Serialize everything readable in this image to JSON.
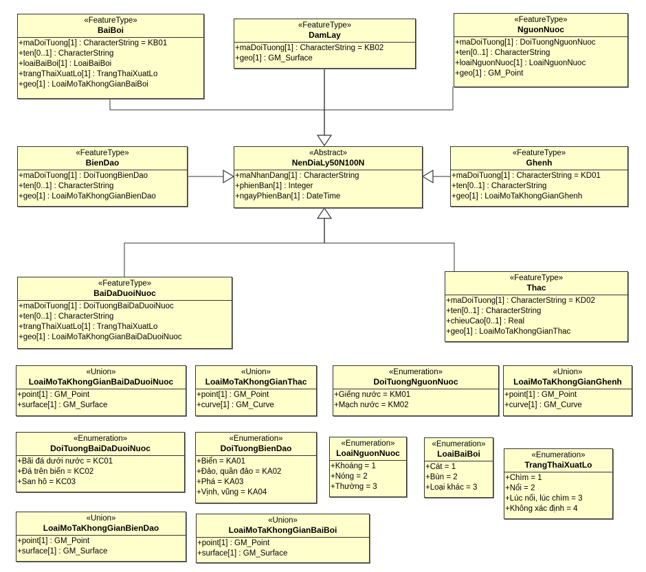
{
  "diagram": {
    "classes": {
      "baiboi": {
        "stereotype": "«FeatureType»",
        "name": "BaiBoi",
        "attributes": [
          "+maDoiTuong[1] : CharacterString = KB01",
          "+ten[0..1] : CharacterString",
          "+loaiBaiBoi[1] : LoaiBaiBoi",
          "+trangThaiXuatLo[1] : TrangThaiXuatLo",
          "+geo[1] : LoaiMoTaKhongGianBaiBoi"
        ]
      },
      "damlay": {
        "stereotype": "«FeatureType»",
        "name": "DamLay",
        "attributes": [
          "+maDoiTuong[1] : CharacterString = KB02",
          "+geo[1] : GM_Surface"
        ]
      },
      "nguonnuoc": {
        "stereotype": "«FeatureType»",
        "name": "NguonNuoc",
        "attributes": [
          "+maDoiTuong[1] : DoiTuongNguonNuoc",
          "+ten[0..1] : CharacterString",
          "+loaiNguonNuoc[1] : LoaiNguonNuoc",
          "+geo[1] : GM_Point"
        ]
      },
      "biendao": {
        "stereotype": "«FeatureType»",
        "name": "BienDao",
        "attributes": [
          "+maDoiTuong[1] : DoiTuongBienDao",
          "+ten[0..1] : CharacterString",
          "+geo[1] : LoaiMoTaKhongGianBienDao"
        ]
      },
      "nendialy": {
        "stereotype": "«Abstract»",
        "name": "NenDiaLy50N100N",
        "attributes": [
          "+maNhanDang[1] : CharacterString",
          "+phienBan[1] : Integer",
          "+ngayPhienBan[1] : DateTime"
        ]
      },
      "ghenh": {
        "stereotype": "«FeatureType»",
        "name": "Ghenh",
        "attributes": [
          "+maDoiTuong[1] : CharacterString = KD01",
          "+ten[0..1] : CharacterString",
          "+geo[1] : LoaiMoTaKhongGianGhenh"
        ]
      },
      "baidaduoinuoc": {
        "stereotype": "«FeatureType»",
        "name": "BaiDaDuoiNuoc",
        "attributes": [
          "+maDoiTuong[1] : DoiTuongBaiDaDuoiNuoc",
          "+ten[0..1] : CharacterString",
          "+trangThaiXuatLo[1] : TrangThaiXuatLo",
          "+geo[1] : LoaiMoTaKhongGianBaiDaDuoiNuoc"
        ]
      },
      "thac": {
        "stereotype": "«FeatureType»",
        "name": "Thac",
        "attributes": [
          "+maDoiTuong[1] : CharacterString = KD02",
          "+ten[0..1] : CharacterString",
          "+chieuCao[0..1] : Real",
          "+geo[1] : LoaiMoTaKhongGianThac"
        ]
      },
      "u_baidaduoinuoc": {
        "stereotype": "«Union»",
        "name": "LoaiMoTaKhongGianBaiDaDuoiNuoc",
        "attributes": [
          "+point[1] : GM_Point",
          "+surface[1] : GM_Surface"
        ]
      },
      "u_thac": {
        "stereotype": "«Union»",
        "name": "LoaiMoTaKhongGianThac",
        "attributes": [
          "+point[1] : GM_Point",
          "+curve[1] : GM_Curve"
        ]
      },
      "e_doituongnguonnuoc": {
        "stereotype": "«Enumeration»",
        "name": "DoiTuongNguonNuoc",
        "attributes": [
          "+Giếng nước = KM01",
          "+Mạch nước = KM02"
        ]
      },
      "u_ghenh": {
        "stereotype": "«Union»",
        "name": "LoaiMoTaKhongGianGhenh",
        "attributes": [
          "+point[1] : GM_Point",
          "+curve[1] : GM_Curve"
        ]
      },
      "e_doituongbaidaduoinuoc": {
        "stereotype": "«Enumeration»",
        "name": "DoiTuongBaiDaDuoiNuoc",
        "attributes": [
          "+Bãi đá dưới nước = KC01",
          "+Đá trên biển = KC02",
          "+San hô = KC03"
        ]
      },
      "e_doituongbiendao": {
        "stereotype": "«Enumeration»",
        "name": "DoiTuongBienDao",
        "attributes": [
          "+Biển = KA01",
          "+Đảo, quần đảo = KA02",
          "+Phá = KA03",
          "+Vịnh, vũng = KA04"
        ]
      },
      "e_loainguonnuoc": {
        "stereotype": "«Enumeration»",
        "name": "LoaiNguonNuoc",
        "attributes": [
          "+Khoáng = 1",
          "+Nóng = 2",
          "+Thường = 3"
        ]
      },
      "e_loaibaiboi": {
        "stereotype": "«Enumeration»",
        "name": "LoaiBaiBoi",
        "attributes": [
          "+Cát = 1",
          "+Bùn = 2",
          "+Loại khác = 3"
        ]
      },
      "e_trangthaixuatlo": {
        "stereotype": "«Enumeration»",
        "name": "TrangThaiXuatLo",
        "attributes": [
          "+Chìm = 1",
          "+Nổi = 2",
          "+Lúc nổi, lúc chìm = 3",
          "+Không xác định = 4"
        ]
      },
      "u_biendao": {
        "stereotype": "«Union»",
        "name": "LoaiMoTaKhongGianBienDao",
        "attributes": [
          "+point[1] : GM_Point",
          "+surface[1] : GM_Surface"
        ]
      },
      "u_baiboi": {
        "stereotype": "«Union»",
        "name": "LoaiMoTaKhongGianBaiBoi",
        "attributes": [
          "+point[1] : GM_Point",
          "+surface[1] : GM_Surface"
        ]
      }
    },
    "generalizations": [
      {
        "from": "BaiBoi",
        "to": "NenDiaLy50N100N"
      },
      {
        "from": "DamLay",
        "to": "NenDiaLy50N100N"
      },
      {
        "from": "NguonNuoc",
        "to": "NenDiaLy50N100N"
      },
      {
        "from": "BienDao",
        "to": "NenDiaLy50N100N"
      },
      {
        "from": "Ghenh",
        "to": "NenDiaLy50N100N"
      },
      {
        "from": "BaiDaDuoiNuoc",
        "to": "NenDiaLy50N100N"
      },
      {
        "from": "Thac",
        "to": "NenDiaLy50N100N"
      }
    ]
  }
}
